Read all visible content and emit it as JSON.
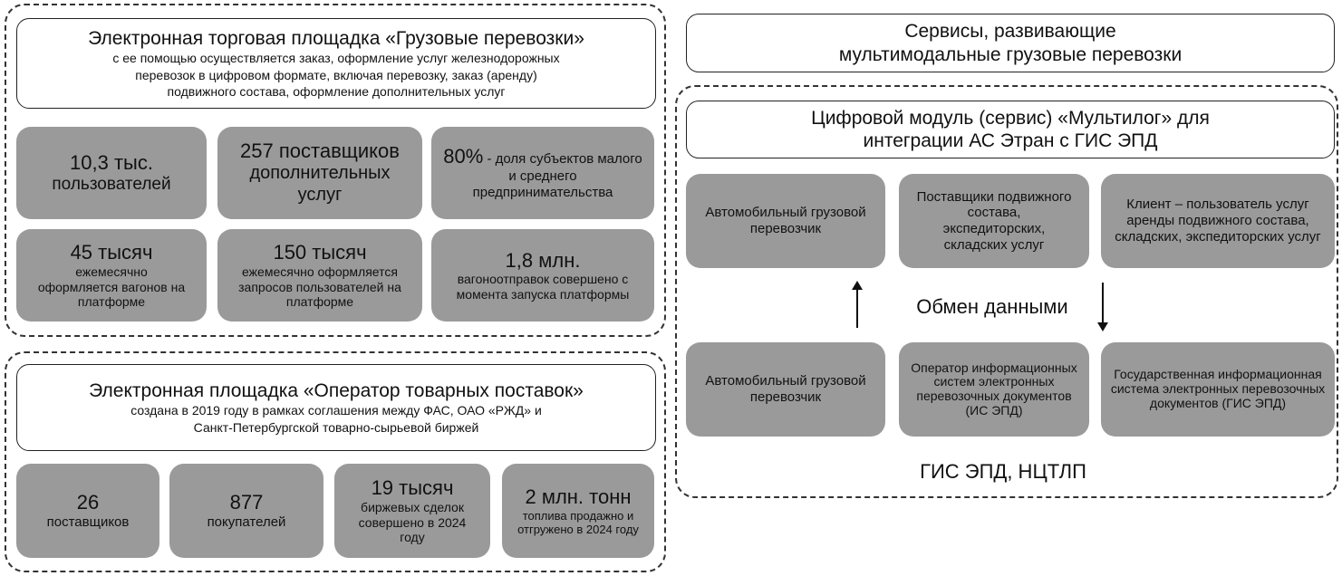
{
  "left_top": {
    "title": "Электронная торговая площадка «Грузовые перевозки»",
    "description_lines": [
      "с ее помощью осуществляется заказ, оформление услуг железнодорожных",
      "перевозок в цифровом формате, включая перевозку, заказ (аренду)",
      "подвижного состава, оформление дополнительных услуг"
    ],
    "stats": [
      {
        "value": "10,3 тыс.",
        "label": "пользователей"
      },
      {
        "value": "257 поставщиков",
        "label": "дополнительных услуг"
      },
      {
        "value": "80%",
        "label": "- доля субъектов малого и среднего предпринимательства"
      },
      {
        "value": "45 тысяч",
        "label": "ежемесячно оформляется вагонов на платформе"
      },
      {
        "value": "150 тысяч",
        "label": "ежемесячно оформляется запросов пользователей на платформе"
      },
      {
        "value": "1,8 млн.",
        "label": "вагоноотправок совершено с момента запуска платформы"
      }
    ]
  },
  "left_bottom": {
    "title": "Электронная площадка «Оператор товарных поставок»",
    "description_lines": [
      "создана в 2019 году в рамках соглашения между ФАС, ОАО «РЖД» и",
      "Санкт-Петербургской товарно-сырьевой биржей"
    ],
    "stats": [
      {
        "value": "26",
        "label": "поставщиков"
      },
      {
        "value": "877",
        "label": "покупателей"
      },
      {
        "value": "19 тысяч",
        "label": "биржевых сделок совершено в 2024 году"
      },
      {
        "value": "2 млн. тонн",
        "label": "топлива продажно и отгружено в 2024 году"
      }
    ]
  },
  "right": {
    "header_lines": [
      "Сервисы, развивающие",
      "мультимодальные грузовые перевозки"
    ],
    "module_lines": [
      "Цифровой модуль (сервис) «Мультилог» для",
      "интеграции АС Этран с ГИС ЭПД"
    ],
    "top_row": [
      "Автомобильный грузовой перевозчик",
      "Поставщики подвижного состава, экспедиторских, складских услуг",
      "Клиент – пользователь услуг аренды подвижного состава, складских, экспедиторских услуг"
    ],
    "exchange_label": "Обмен данными",
    "bottom_row": [
      "Автомобильный грузовой перевозчик",
      "Оператор информационных систем электронных перевозочных документов (ИС ЭПД)",
      "Государственная информационная система электронных перевозочных документов (ГИС ЭПД)"
    ],
    "footer": "ГИС ЭПД, НЦТЛП"
  }
}
